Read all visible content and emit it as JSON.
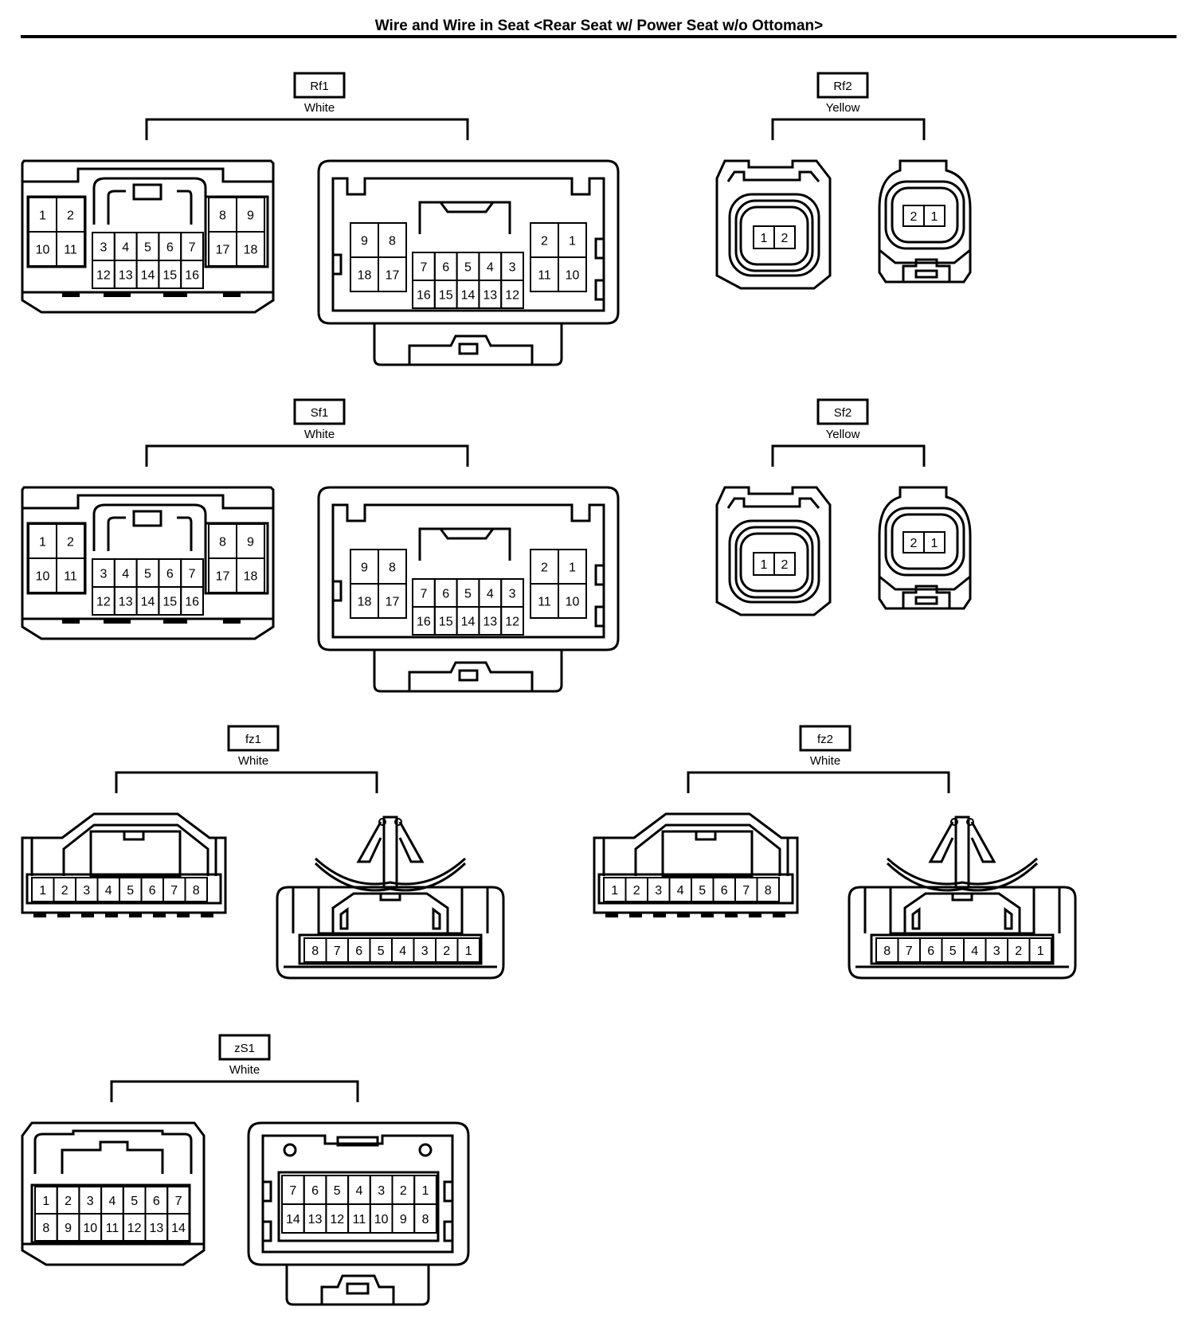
{
  "title": "Wire and Wire in Seat <Rear Seat w/ Power Seat w/o Ottoman>",
  "connectors": [
    {
      "id": "Rf1",
      "color": "White",
      "type": "big",
      "left_pins": [
        "1",
        "2",
        "10",
        "11",
        "8",
        "9",
        "17",
        "18"
      ],
      "left_mid_top": [
        "3",
        "4",
        "5",
        "6",
        "7"
      ],
      "left_mid_bot": [
        "12",
        "13",
        "14",
        "15",
        "16"
      ],
      "right_pins": [
        "9",
        "8",
        "18",
        "17",
        "2",
        "1",
        "11",
        "10"
      ],
      "right_mid_top": [
        "7",
        "6",
        "5",
        "4",
        "3"
      ],
      "right_mid_bot": [
        "16",
        "15",
        "14",
        "13",
        "12"
      ]
    },
    {
      "id": "Rf2",
      "color": "Yellow",
      "type": "small2",
      "left_pins": [
        "1",
        "2"
      ],
      "right_pins": [
        "2",
        "1"
      ]
    },
    {
      "id": "Sf1",
      "color": "White",
      "type": "big",
      "left_pins": [
        "1",
        "2",
        "10",
        "11",
        "8",
        "9",
        "17",
        "18"
      ],
      "left_mid_top": [
        "3",
        "4",
        "5",
        "6",
        "7"
      ],
      "left_mid_bot": [
        "12",
        "13",
        "14",
        "15",
        "16"
      ],
      "right_pins": [
        "9",
        "8",
        "18",
        "17",
        "2",
        "1",
        "11",
        "10"
      ],
      "right_mid_top": [
        "7",
        "6",
        "5",
        "4",
        "3"
      ],
      "right_mid_bot": [
        "16",
        "15",
        "14",
        "13",
        "12"
      ]
    },
    {
      "id": "Sf2",
      "color": "Yellow",
      "type": "small2",
      "left_pins": [
        "1",
        "2"
      ],
      "right_pins": [
        "2",
        "1"
      ]
    },
    {
      "id": "fz1",
      "color": "White",
      "type": "row8",
      "left_pins": [
        "1",
        "2",
        "3",
        "4",
        "5",
        "6",
        "7",
        "8"
      ],
      "right_pins": [
        "8",
        "7",
        "6",
        "5",
        "4",
        "3",
        "2",
        "1"
      ]
    },
    {
      "id": "fz2",
      "color": "White",
      "type": "row8",
      "left_pins": [
        "1",
        "2",
        "3",
        "4",
        "5",
        "6",
        "7",
        "8"
      ],
      "right_pins": [
        "8",
        "7",
        "6",
        "5",
        "4",
        "3",
        "2",
        "1"
      ]
    },
    {
      "id": "zS1",
      "color": "White",
      "type": "row14",
      "left_top": [
        "1",
        "2",
        "3",
        "4",
        "5",
        "6",
        "7"
      ],
      "left_bot": [
        "8",
        "9",
        "10",
        "11",
        "12",
        "13",
        "14"
      ],
      "right_top": [
        "7",
        "6",
        "5",
        "4",
        "3",
        "2",
        "1"
      ],
      "right_bot": [
        "14",
        "13",
        "12",
        "11",
        "10",
        "9",
        "8"
      ]
    }
  ]
}
